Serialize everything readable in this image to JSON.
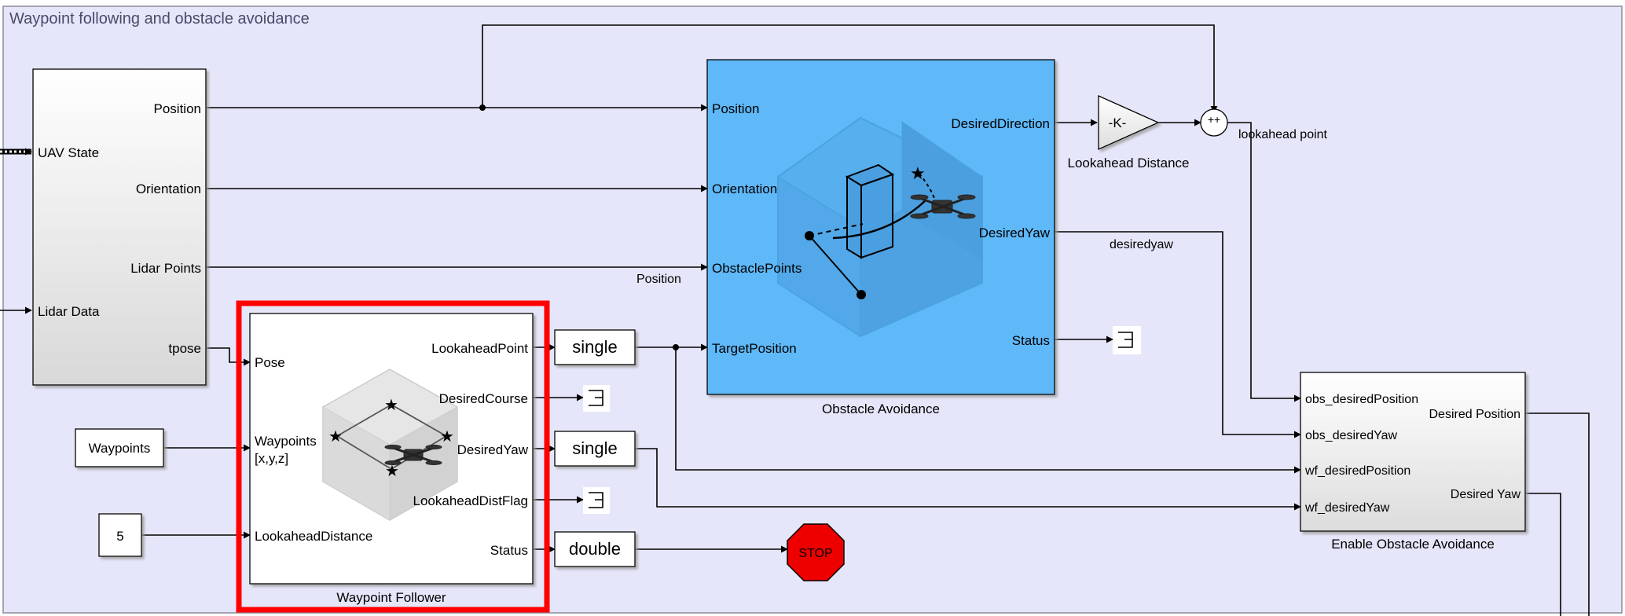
{
  "subsystem_title": "Waypoint following and obstacle avoidance",
  "blocks": {
    "uav_sensors": {
      "inputs": [
        "UAV State",
        "Lidar Data"
      ],
      "outputs": [
        "Position",
        "Orientation",
        "Lidar Points",
        "tpose"
      ]
    },
    "waypoint_follower": {
      "name": "Waypoint Follower",
      "inputs": [
        "Pose",
        "Waypoints",
        "[x,y,z]",
        "LookaheadDistance"
      ],
      "outputs": [
        "LookaheadPoint",
        "DesiredCourse",
        "DesiredYaw",
        "LookaheadDistFlag",
        "Status"
      ]
    },
    "obstacle_avoidance": {
      "name": "Obstacle Avoidance",
      "inputs": [
        "Position",
        "Orientation",
        "ObstaclePoints",
        "TargetPosition"
      ],
      "outputs": [
        "DesiredDirection",
        "DesiredYaw",
        "Status"
      ]
    },
    "gain": {
      "name": "Lookahead Distance",
      "value": "-K-"
    },
    "enable_obstacle_avoidance": {
      "name": "Enable Obstacle Avoidance",
      "inputs": [
        "obs_desiredPosition",
        "obs_desiredYaw",
        "wf_desiredPosition",
        "wf_desiredYaw"
      ],
      "outputs": [
        "Desired Position",
        "Desired Yaw"
      ]
    },
    "waypoints_const": "Waypoints",
    "lookahead_const": "5",
    "convert_1": "single",
    "convert_2": "single",
    "convert_3": "double",
    "stop": "STOP",
    "sum_signs": "++"
  },
  "signal_labels": {
    "lookahead_point": "lookahead point",
    "desiredyaw": "desiredyaw",
    "position": "Position"
  },
  "colors": {
    "canvas": "#e6e6fa",
    "obstacle_block": "#5fb8f8",
    "highlight": "#ff0000",
    "stop": "#ee0000"
  }
}
